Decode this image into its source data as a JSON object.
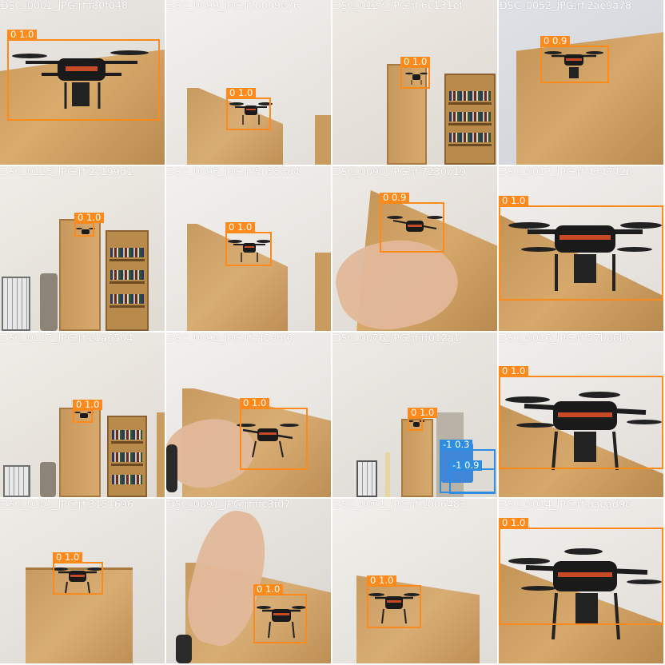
{
  "colors": {
    "class0": "#ff8a1c",
    "classNeg": "#2e8de0"
  },
  "tiles": [
    {
      "filename": "DSC_0001_JPG.rf.f80f048",
      "detections": [
        {
          "label": "0 1.0"
        }
      ]
    },
    {
      "filename": "DSC_0099_JPG.rf.0009e76",
      "detections": [
        {
          "label": "0 1.0"
        }
      ]
    },
    {
      "filename": "DSC_0127_JPG.rf.6e131ef",
      "detections": [
        {
          "label": "0 1.0"
        }
      ]
    },
    {
      "filename": "DSC_0052_JPG.rf.2ae9a78",
      "detections": [
        {
          "label": "0 0.9"
        }
      ]
    },
    {
      "filename": "DSC_0125_JPG.rf.2c199d1",
      "detections": [
        {
          "label": "0 1.0"
        }
      ]
    },
    {
      "filename": "DSC_0096_JPG.rf.50553d4",
      "detections": [
        {
          "label": "0 1.0"
        }
      ]
    },
    {
      "filename": "DSC_0090_JPG.rf.7230b19",
      "detections": [
        {
          "label": "0 0.9"
        }
      ]
    },
    {
      "filename": "DSC_0017_JPG.rf.434742b",
      "detections": [
        {
          "label": "0 1.0"
        }
      ]
    },
    {
      "filename": "DSC_0117_JPG.rf.e1a6504",
      "detections": [
        {
          "label": "0 1.0"
        }
      ]
    },
    {
      "filename": "DSC_0092_JPG.rf.cf5edf6",
      "detections": [
        {
          "label": "0 1.0"
        }
      ]
    },
    {
      "filename": "DSC_0076_JPG.rf.ff012a1",
      "detections": [
        {
          "label": "0 1.0"
        },
        {
          "label": "-1 0.3"
        },
        {
          "label": "-1 0.9"
        }
      ]
    },
    {
      "filename": "DSC_0016_JPG.rf.57be6b6",
      "detections": [
        {
          "label": "0 1.0"
        }
      ]
    },
    {
      "filename": "DSC_0101_JPG.rf.3151696",
      "detections": [
        {
          "label": "0 1.0"
        }
      ]
    },
    {
      "filename": "DSC_0091_JPG.rf.ffc3f07",
      "detections": [
        {
          "label": "0 1.0"
        }
      ]
    },
    {
      "filename": "DSC_0071_JPG.rf.1006483",
      "detections": [
        {
          "label": "0 1.0"
        }
      ]
    },
    {
      "filename": "DSC_0014_JPG.rf.daead9c",
      "detections": [
        {
          "label": "0 1.0"
        }
      ]
    }
  ]
}
